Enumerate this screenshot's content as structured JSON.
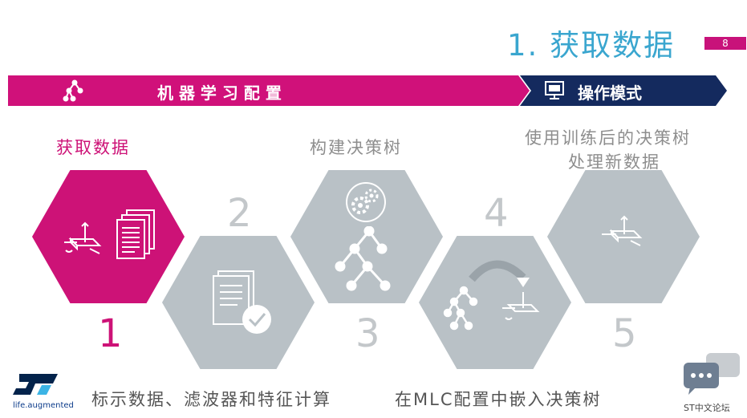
{
  "header": {
    "title": "1. 获取数据",
    "page_number": "8"
  },
  "banner": {
    "left_label": "机 器 学 习 配 置",
    "right_label": "操作模式"
  },
  "steps": [
    {
      "number": "1",
      "label": "获取数据",
      "state": "active"
    },
    {
      "number": "2",
      "label": "",
      "state": "inactive"
    },
    {
      "number": "3",
      "label": "构建决策树",
      "state": "inactive"
    },
    {
      "number": "4",
      "label": "",
      "state": "inactive"
    },
    {
      "number": "5",
      "label_line1": "使用训练后的决策树",
      "label_line2": "处理新数据",
      "state": "inactive"
    }
  ],
  "bottom": {
    "left_caption": "标示数据、滤波器和特征计算",
    "right_caption": "在MLC配置中嵌入决策树"
  },
  "logo": {
    "tagline": "life.augmented"
  },
  "forum": {
    "label": "ST中文论坛"
  },
  "colors": {
    "accent": "#cd1277",
    "navy": "#142a5e",
    "title_blue": "#3aa6cf",
    "hex_gray": "#b9c1c6"
  }
}
